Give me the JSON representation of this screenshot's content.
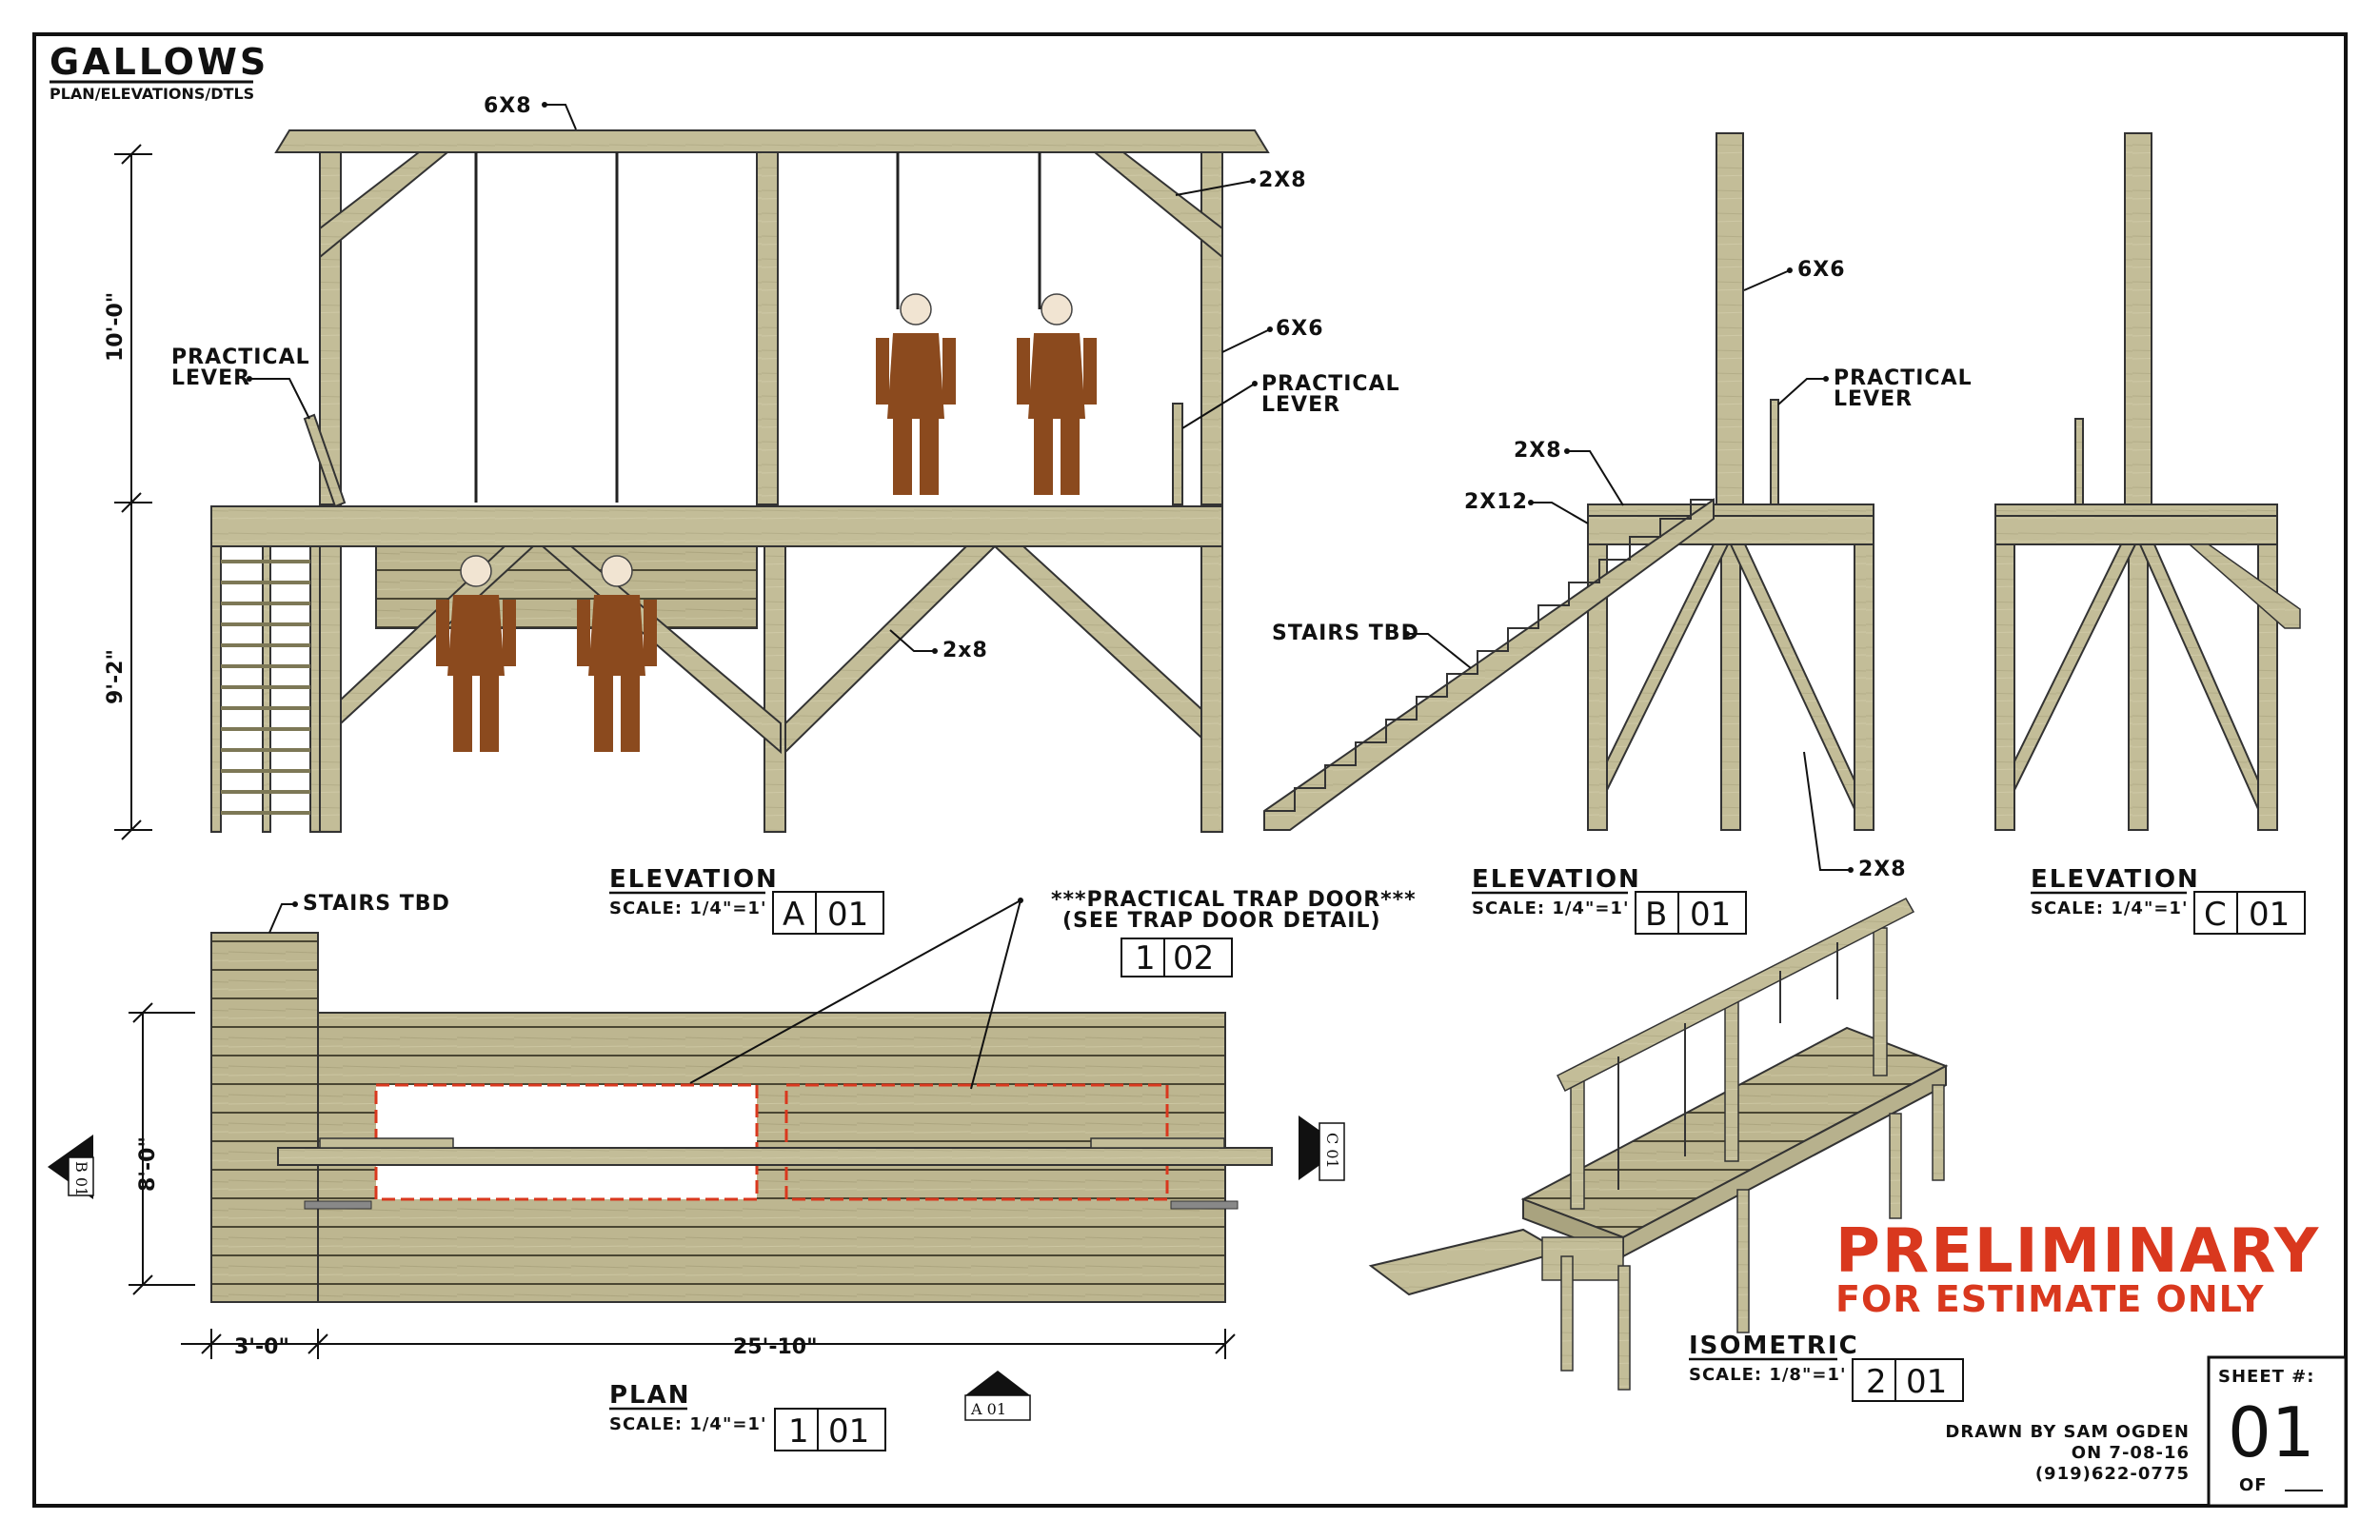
{
  "sheet": {
    "title": "GALLOWS",
    "subtitle": "PLAN/ELEVATIONS/DTLS",
    "drawn_by": "DRAWN BY SAM OGDEN",
    "drawn_on": "ON 7-08-16",
    "phone": "(919)622-0775",
    "sheet_label": "SHEET #:",
    "sheet_number": "01",
    "sheet_of": "OF"
  },
  "stamp": {
    "line1": "PRELIMINARY",
    "line2": "FOR ESTIMATE ONLY",
    "color": "#d9381e"
  },
  "elevation_a": {
    "label_beam": "6X8",
    "label_brace_top": "2X8",
    "label_post": "6X6",
    "label_lever_right": [
      "PRACTICAL",
      "LEVER"
    ],
    "label_lever_left": [
      "PRACTICAL",
      "LEVER"
    ],
    "label_brace_mid": "2x8",
    "dim_upper": "10'-0\"",
    "dim_lower": "9'-2\"",
    "title": "ELEVATION",
    "scale": "SCALE: 1/4\"=1'",
    "ref_letter": "A",
    "ref_sheet": "01"
  },
  "elevation_b": {
    "label_post": "6X6",
    "label_lever": [
      "PRACTICAL",
      "LEVER"
    ],
    "label_joist": "2X8",
    "label_rim": "2X12",
    "label_stairs": "STAIRS TBD",
    "label_brace": "2X8",
    "title": "ELEVATION",
    "scale": "SCALE: 1/4\"=1'",
    "ref_letter": "B",
    "ref_sheet": "01"
  },
  "elevation_c": {
    "title": "ELEVATION",
    "scale": "SCALE: 1/4\"=1'",
    "ref_letter": "C",
    "ref_sheet": "01"
  },
  "plan": {
    "label_stairs": "STAIRS TBD",
    "label_trap": "***PRACTICAL TRAP DOOR***",
    "label_trap_note": "(SEE TRAP DOOR DETAIL)",
    "trap_ref_num": "1",
    "trap_ref_sheet": "02",
    "dim_depth": "8'-0\"",
    "dim_stair": "3'-0\"",
    "dim_length": "25'-10\"",
    "title": "PLAN",
    "scale": "SCALE: 1/4\"=1'",
    "ref_num": "1",
    "ref_sheet": "01",
    "marker_a": "A 01",
    "marker_b": "B 01",
    "marker_c": "C 01",
    "trap_color": "#d9381e"
  },
  "isometric": {
    "title": "ISOMETRIC",
    "scale": "SCALE: 1/8\"=1'",
    "ref_num": "2",
    "ref_sheet": "01"
  },
  "colors": {
    "wood": "#c3bd98",
    "wood_dark": "#8f8a66",
    "wood_light": "#d6d1ae",
    "robe": "#8b4a1e",
    "ink": "#111111"
  }
}
